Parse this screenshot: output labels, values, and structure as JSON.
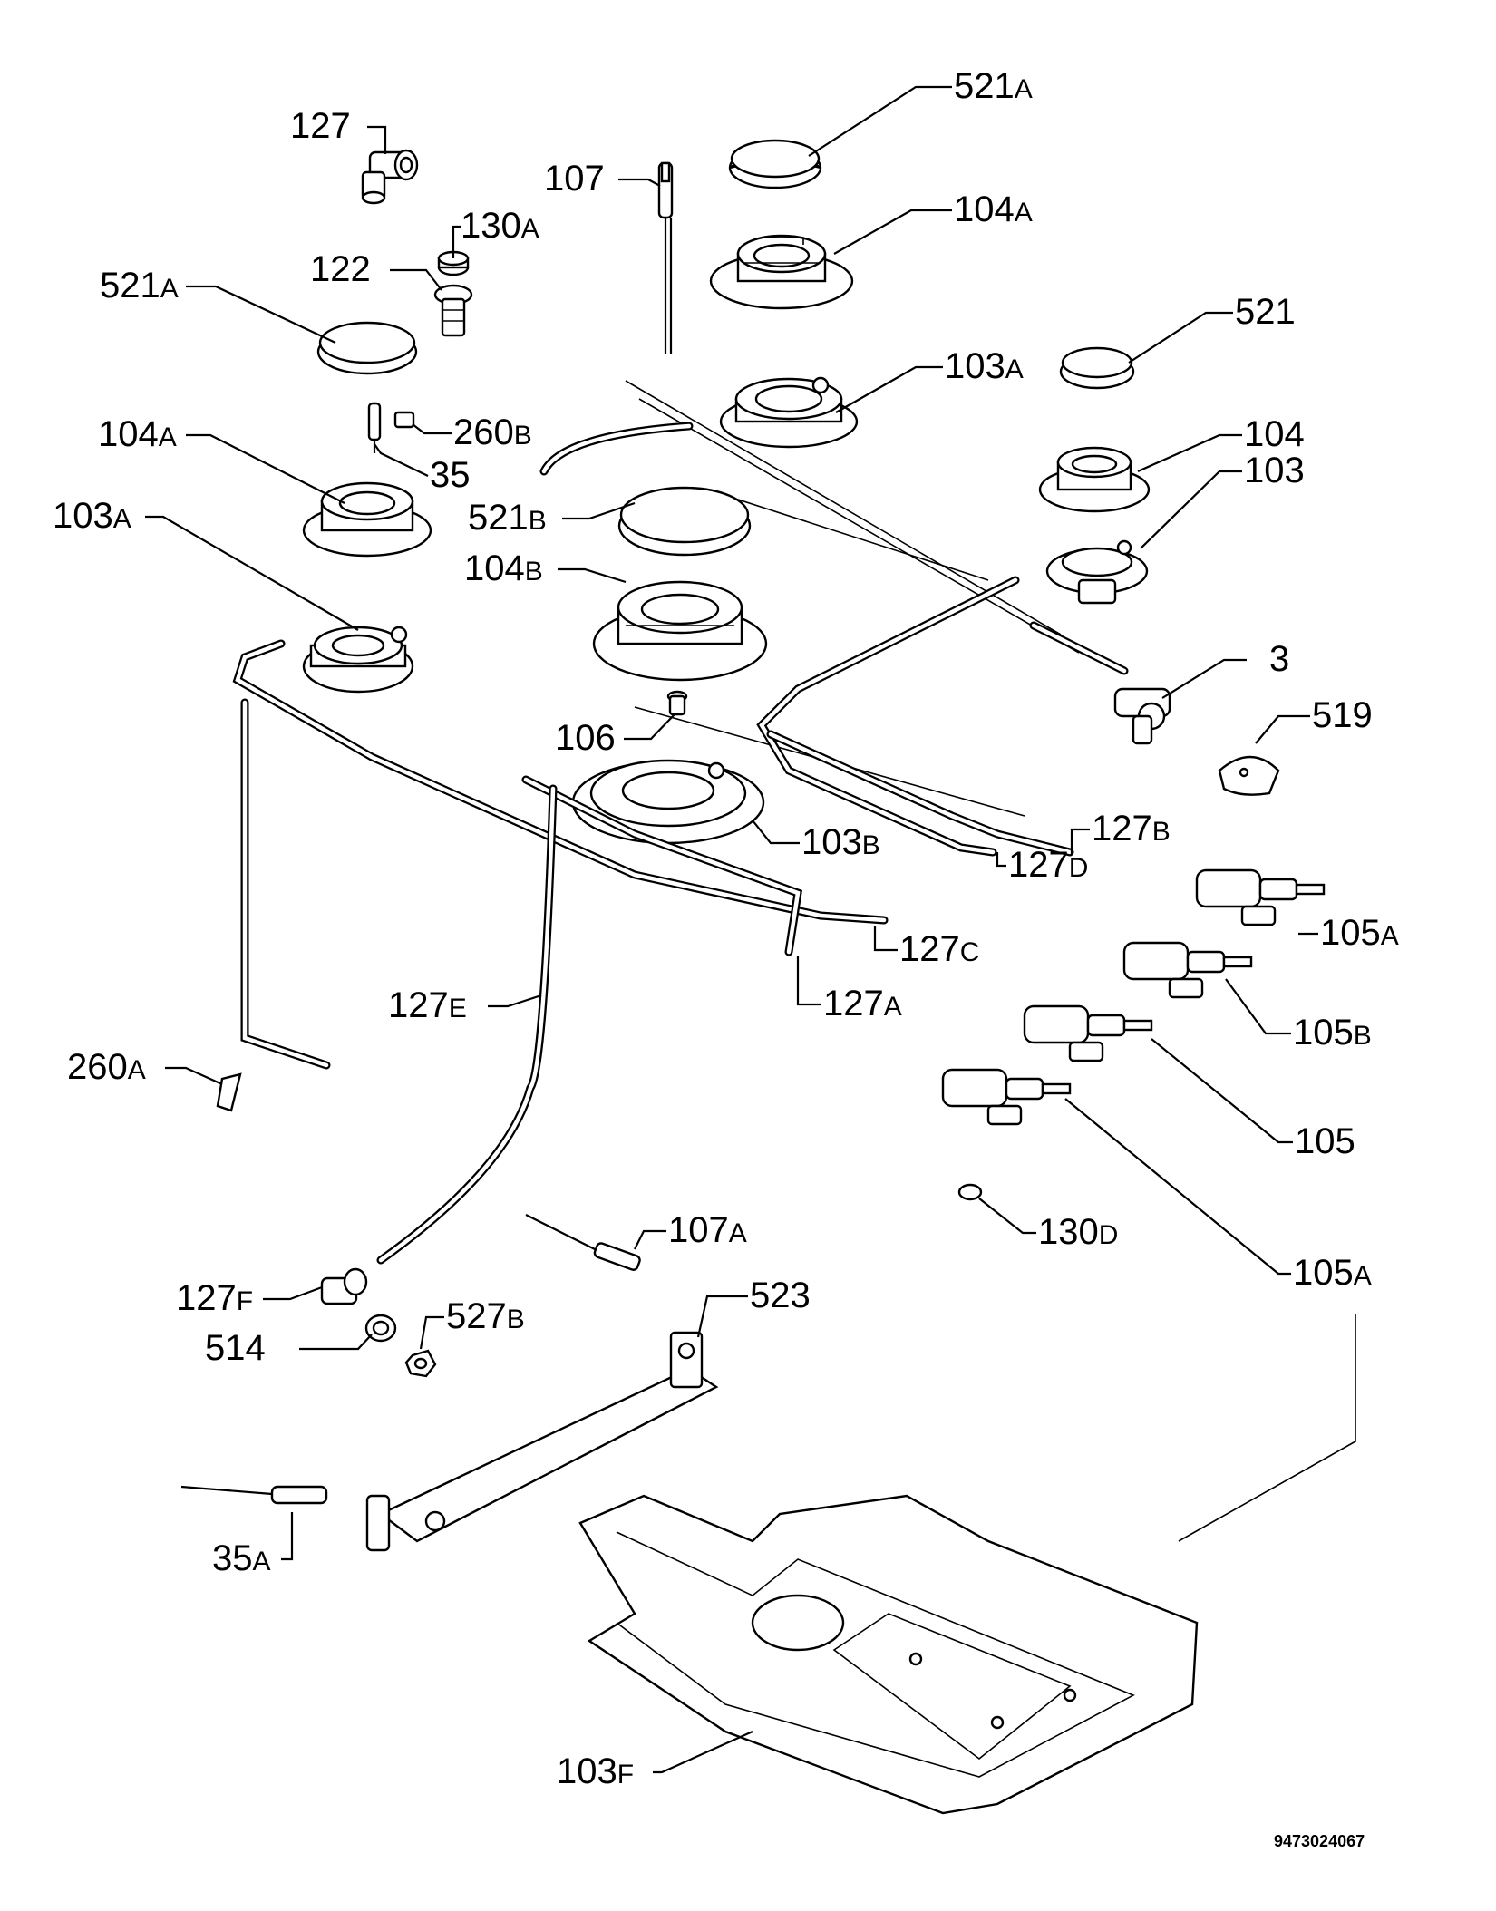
{
  "diagram": {
    "reference_number": "9473024067",
    "labels": [
      {
        "id": "l_127_top",
        "num": "127",
        "suf": ""
      },
      {
        "id": "l_107",
        "num": "107",
        "suf": ""
      },
      {
        "id": "l_521A_tr",
        "num": "521",
        "suf": "A"
      },
      {
        "id": "l_130A",
        "num": "130",
        "suf": "A"
      },
      {
        "id": "l_104A_tr",
        "num": "104",
        "suf": "A"
      },
      {
        "id": "l_122",
        "num": "122",
        "suf": ""
      },
      {
        "id": "l_521A_l",
        "num": "521",
        "suf": "A"
      },
      {
        "id": "l_521",
        "num": "521",
        "suf": ""
      },
      {
        "id": "l_103A_tr",
        "num": "103",
        "suf": "A"
      },
      {
        "id": "l_104A_l",
        "num": "104",
        "suf": "A"
      },
      {
        "id": "l_260B",
        "num": "260",
        "suf": "B"
      },
      {
        "id": "l_104",
        "num": "104",
        "suf": ""
      },
      {
        "id": "l_35",
        "num": "35",
        "suf": ""
      },
      {
        "id": "l_103",
        "num": "103",
        "suf": ""
      },
      {
        "id": "l_521B",
        "num": "521",
        "suf": "B"
      },
      {
        "id": "l_103A_l",
        "num": "103",
        "suf": "A"
      },
      {
        "id": "l_104B",
        "num": "104",
        "suf": "B"
      },
      {
        "id": "l_3",
        "num": "3",
        "suf": ""
      },
      {
        "id": "l_519",
        "num": "519",
        "suf": ""
      },
      {
        "id": "l_106",
        "num": "106",
        "suf": ""
      },
      {
        "id": "l_103B",
        "num": "103",
        "suf": "B"
      },
      {
        "id": "l_127B",
        "num": "127",
        "suf": "B"
      },
      {
        "id": "l_127D",
        "num": "127",
        "suf": "D"
      },
      {
        "id": "l_105A_top",
        "num": "105",
        "suf": "A"
      },
      {
        "id": "l_127C",
        "num": "127",
        "suf": "C"
      },
      {
        "id": "l_127A",
        "num": "127",
        "suf": "A"
      },
      {
        "id": "l_127E",
        "num": "127",
        "suf": "E"
      },
      {
        "id": "l_105B",
        "num": "105",
        "suf": "B"
      },
      {
        "id": "l_260A",
        "num": "260",
        "suf": "A"
      },
      {
        "id": "l_105",
        "num": "105",
        "suf": ""
      },
      {
        "id": "l_130D",
        "num": "130",
        "suf": "D"
      },
      {
        "id": "l_107A",
        "num": "107",
        "suf": "A"
      },
      {
        "id": "l_105A_bot",
        "num": "105",
        "suf": "A"
      },
      {
        "id": "l_523",
        "num": "523",
        "suf": ""
      },
      {
        "id": "l_127F",
        "num": "127",
        "suf": "F"
      },
      {
        "id": "l_527B",
        "num": "527",
        "suf": "B"
      },
      {
        "id": "l_514",
        "num": "514",
        "suf": ""
      },
      {
        "id": "l_35A",
        "num": "35",
        "suf": "A"
      },
      {
        "id": "l_103F",
        "num": "103",
        "suf": "F"
      }
    ]
  }
}
